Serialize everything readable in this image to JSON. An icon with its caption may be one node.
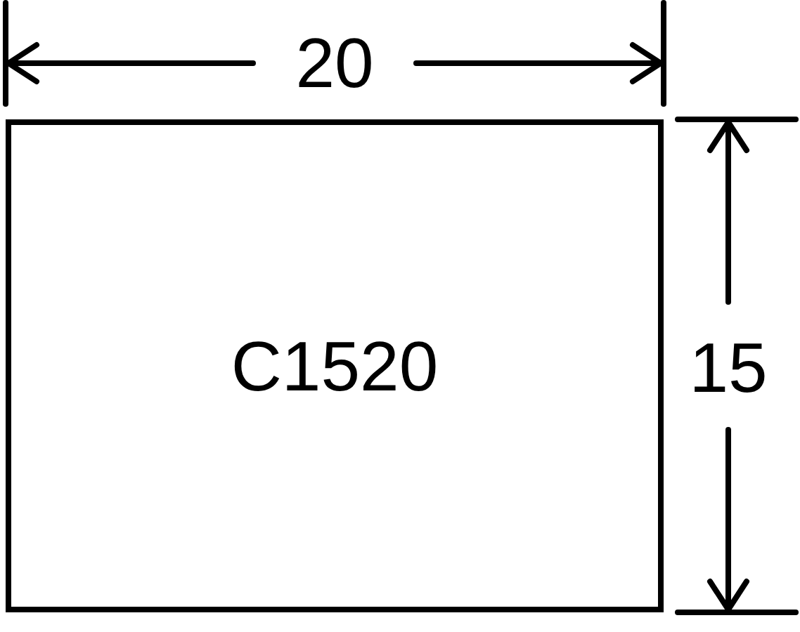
{
  "diagram": {
    "nodes": [
      {
        "text": [
          "C1520"
        ]
      }
    ],
    "labels": [
      "20",
      "15"
    ]
  }
}
